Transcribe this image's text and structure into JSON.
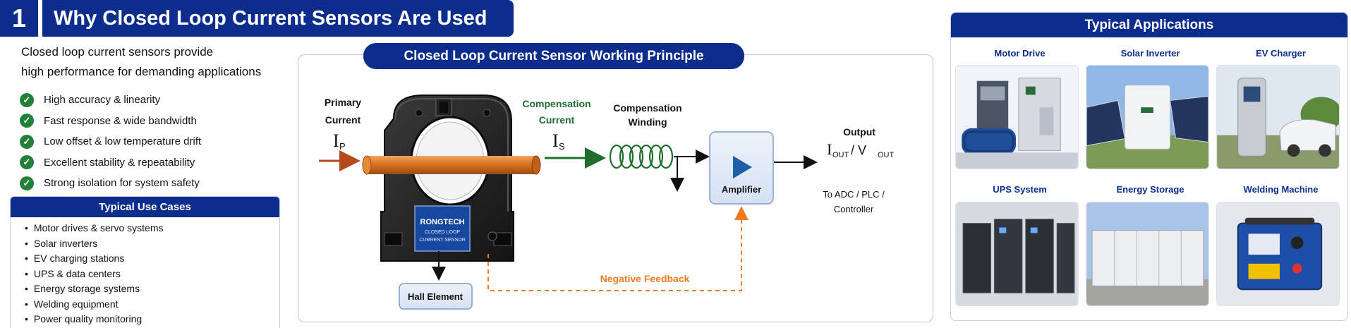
{
  "header": {
    "number": "1",
    "title": "Why Closed Loop Current Sensors Are Used"
  },
  "intro": {
    "line1": "Closed loop current sensors provide",
    "line2": "high performance for demanding applications"
  },
  "benefits": [
    "High accuracy & linearity",
    "Fast response & wide bandwidth",
    "Low offset & low temperature drift",
    "Excellent stability & repeatability",
    "Strong isolation for system safety"
  ],
  "use_cases": {
    "title": "Typical Use Cases",
    "items": [
      "Motor drives & servo systems",
      "Solar inverters",
      "EV charging stations",
      "UPS & data centers",
      "Energy storage systems",
      "Welding equipment",
      "Power quality monitoring"
    ]
  },
  "principle": {
    "title": "Closed Loop Current Sensor Working Principle",
    "primary_label_1": "Primary",
    "primary_label_2": "Current",
    "ip_main": "I",
    "ip_sub": "P",
    "comp_current_1": "Compensation",
    "comp_current_2": "Current",
    "is_main": "I",
    "is_sub": "S",
    "comp_winding_1": "Compensation",
    "comp_winding_2": "Winding",
    "amplifier": "Amplifier",
    "output_label": "Output",
    "iout_main": "I",
    "iout_sub": "OUT",
    "slash": " / V",
    "vout_sub": "OUT",
    "to_adc_1": "To ADC / PLC /",
    "to_adc_2": "Controller",
    "hall_element": "Hall Element",
    "negative_feedback": "Negative Feedback",
    "sensor_brand": "RONGTECH",
    "sensor_text_1": "CLOSED LOOP",
    "sensor_text_2": "CURRENT SENSOR"
  },
  "applications": {
    "title": "Typical Applications",
    "items": [
      "Motor Drive",
      "Solar Inverter",
      "EV Charger",
      "UPS System",
      "Energy Storage",
      "Welding Machine"
    ]
  },
  "colors": {
    "brand_navy": "#0c2d8c",
    "check_green": "#23803a",
    "primary_arrow": "#b5481c",
    "compensation_green": "#1f6e2e",
    "feedback_orange": "#f07a1e"
  },
  "icons": [
    "check-circle-icon",
    "play-triangle-icon",
    "coil-icon"
  ]
}
